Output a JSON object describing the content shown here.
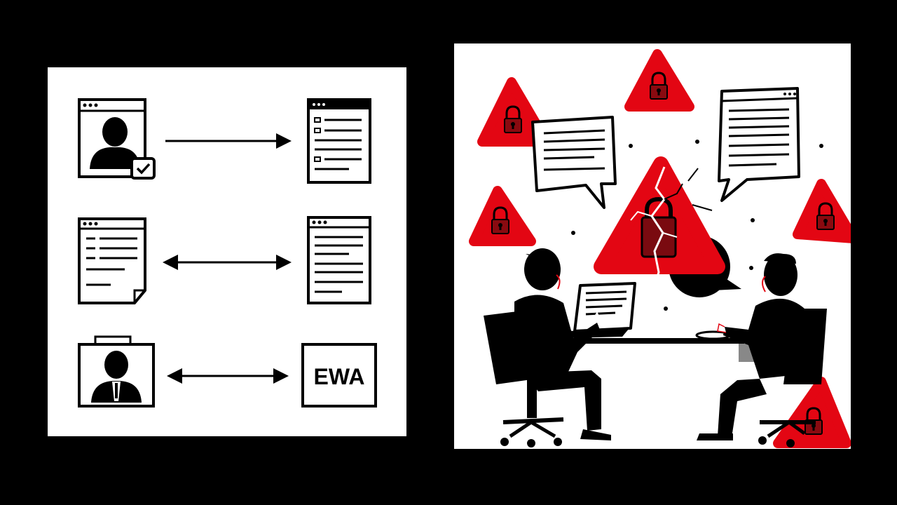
{
  "left_panel": {
    "rows": [
      {
        "left_icon": "user-profile-window-check-icon",
        "connector": "right-arrow",
        "right_icon": "document-list-window-icon"
      },
      {
        "left_icon": "document-folded-corner-icon",
        "connector": "double-arrow",
        "right_icon": "document-text-window-icon"
      },
      {
        "left_icon": "employee-id-badge-icon",
        "connector": "double-arrow",
        "right_icon": "ewa-label-box",
        "right_label": "EWA"
      }
    ]
  },
  "right_panel": {
    "scene": "two-people-at-table-with-laptop",
    "warning_icons": [
      "warning-lock-icon",
      "warning-lock-icon",
      "warning-lock-icon",
      "warning-lock-icon",
      "warning-lock-icon",
      "broken-lock-warning-icon"
    ],
    "speech_bubbles": [
      "speech-bubble-text-icon",
      "speech-bubble-window-icon",
      "speech-bubble-dark-icon"
    ]
  },
  "colors": {
    "background": "#000000",
    "panel": "#ffffff",
    "alert_red": "#e30613",
    "ink": "#000000"
  }
}
